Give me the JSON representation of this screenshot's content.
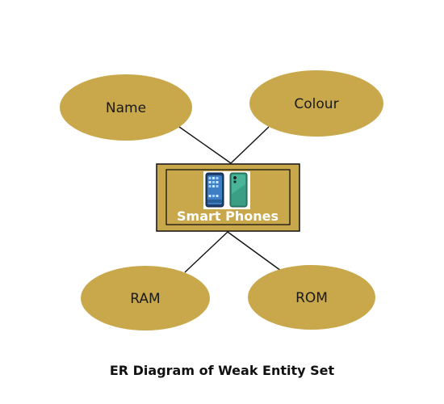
{
  "colors": {
    "attribute_fill": "#c9a84c",
    "entity_fill": "#c9a84c",
    "border": "#111111",
    "line": "#111111",
    "inner_border": "#ffffff"
  },
  "attributes": {
    "name": "Name",
    "colour": "Colour",
    "ram": "RAM",
    "rom": "ROM"
  },
  "entity": {
    "label": "Smart Phones",
    "icon": "smartphones-icon"
  },
  "caption": "ER Diagram of Weak Entity Set"
}
